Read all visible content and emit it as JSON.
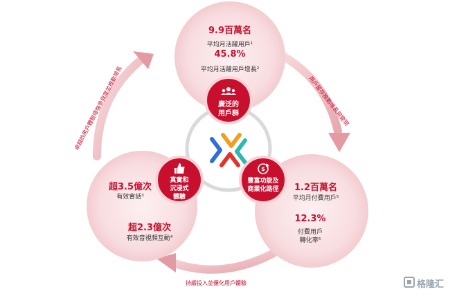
{
  "top": {
    "stat1": "9.9百萬名",
    "label1": "平均月活躍用戶¹",
    "stat2": "45.8%",
    "label2": "平均月活躍用戶增長²",
    "badge": "廣泛的\n用戶群"
  },
  "left": {
    "stat1": "超3.5億次",
    "label1": "有效會話³",
    "stat2": "超2.3億次",
    "label2": "有效音視頻互動⁴",
    "badge": "真實和\n沉浸式\n體驗"
  },
  "right": {
    "stat1": "1.2百萬名",
    "label1": "平均月付費用戶⁵",
    "stat2": "12.3%",
    "label2a": "付費用戶",
    "label2b": "轉化率⁶",
    "badge": "豐富功能及\n商業化路徑"
  },
  "arrows": {
    "right": "用戶留存推動增長與變現",
    "bottom": "持續投入並優化用戶體驗",
    "left": "卓越的用戶體驗增強參與度並推動增長"
  },
  "watermark": "格隆汇",
  "colors": {
    "accent": "#c8102e",
    "light_pink": "#f6d3d6",
    "center_ring": "#d9d9d9"
  },
  "icons": {
    "top": "users-icon",
    "left": "thumbs-up-icon",
    "right": "refresh-dollar-icon",
    "center": "brand-logo",
    "watermark": "gelonghui-logo"
  }
}
